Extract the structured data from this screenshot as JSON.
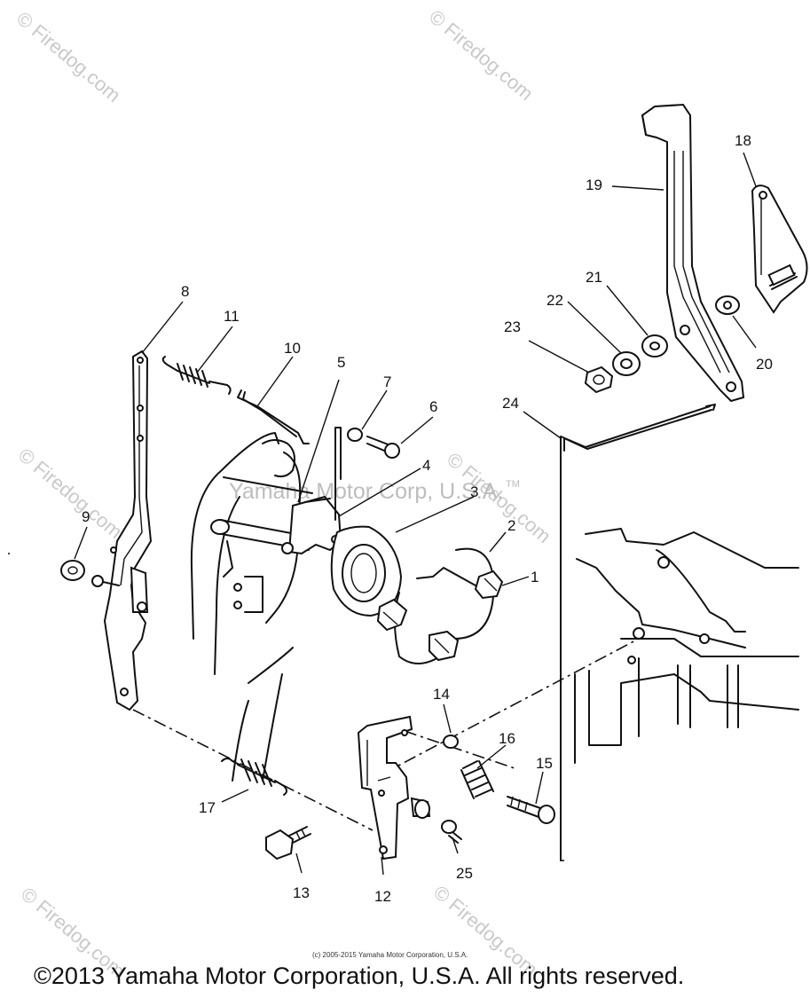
{
  "watermarks": {
    "site": "© Firedog.com",
    "center": "Yamaha Motor Corp, U.S.A.",
    "tm": "TM"
  },
  "parts": [
    {
      "num": "1"
    },
    {
      "num": "2"
    },
    {
      "num": "3"
    },
    {
      "num": "4"
    },
    {
      "num": "5"
    },
    {
      "num": "6"
    },
    {
      "num": "7"
    },
    {
      "num": "8"
    },
    {
      "num": "9"
    },
    {
      "num": "10"
    },
    {
      "num": "11"
    },
    {
      "num": "12"
    },
    {
      "num": "13"
    },
    {
      "num": "14"
    },
    {
      "num": "15"
    },
    {
      "num": "16"
    },
    {
      "num": "17"
    },
    {
      "num": "18"
    },
    {
      "num": "19"
    },
    {
      "num": "20"
    },
    {
      "num": "21"
    },
    {
      "num": "22"
    },
    {
      "num": "23"
    },
    {
      "num": "24"
    },
    {
      "num": "25"
    }
  ],
  "small_credit": "(c) 2005-2015 Yamaha Motor Corporation, U.S.A.",
  "footer": "©2013 Yamaha Motor Corporation, U.S.A. All rights reserved."
}
